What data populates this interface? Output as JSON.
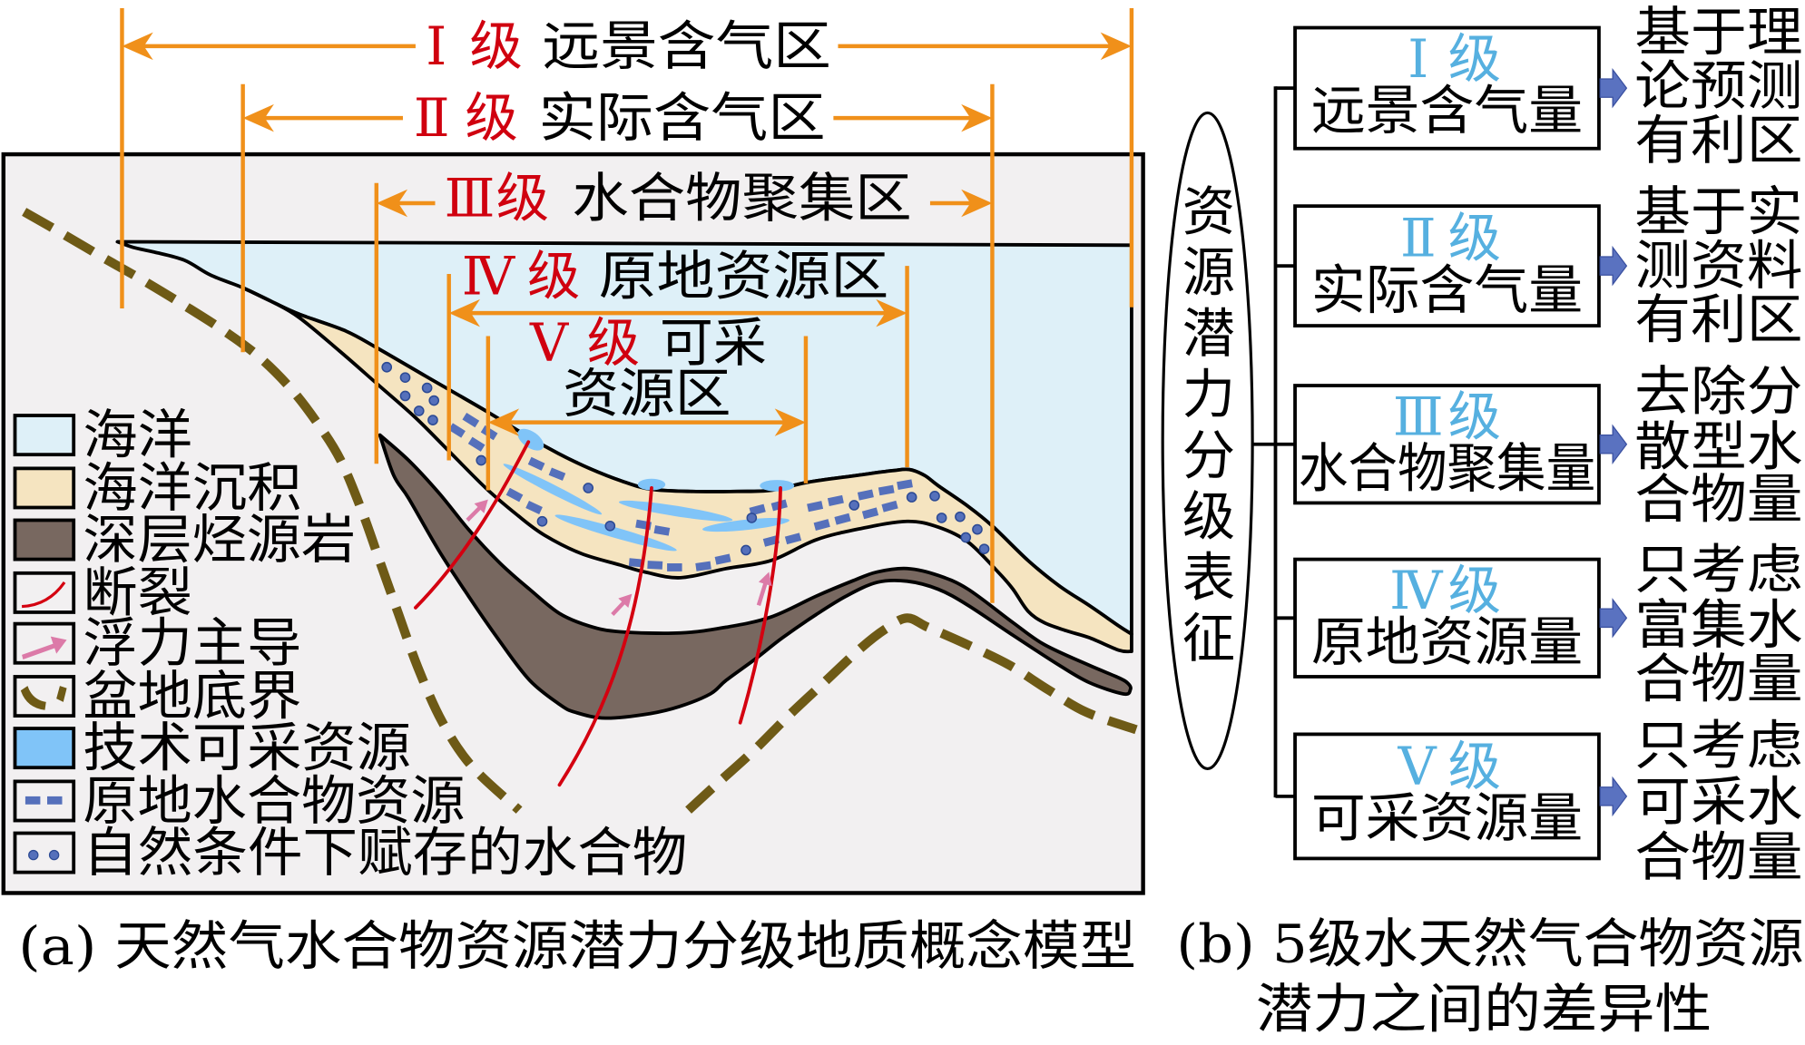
{
  "panel_a": {
    "range_levels": [
      {
        "numeral": "Ⅰ",
        "grade": "级",
        "zone": "远景含气区"
      },
      {
        "numeral": "Ⅱ",
        "grade": "级",
        "zone": "实际含气区"
      },
      {
        "numeral": "Ⅲ",
        "grade": "级",
        "zone": "水合物聚集区"
      },
      {
        "numeral": "Ⅳ",
        "grade": "级",
        "zone": "原地资源区"
      },
      {
        "numeral": "Ⅴ",
        "grade": "级",
        "zone_lines": [
          "可采",
          "资源区"
        ]
      }
    ],
    "legend": [
      {
        "label": "海洋",
        "symbol": "ocean-fill"
      },
      {
        "label": "海洋沉积",
        "symbol": "marine-sediment-fill"
      },
      {
        "label": "深层烃源岩",
        "symbol": "deep-source-rock-fill"
      },
      {
        "label": "断裂",
        "symbol": "fault-line"
      },
      {
        "label": "浮力主导",
        "symbol": "buoyancy-arrow"
      },
      {
        "label": "盆地底界",
        "symbol": "basin-bottom-dashes"
      },
      {
        "label": "技术可采资源",
        "symbol": "technically-recoverable-fill"
      },
      {
        "label": "原地水合物资源",
        "symbol": "in-place-hydrate-dashes"
      },
      {
        "label": "自然条件下赋存的水合物",
        "symbol": "natural-hydrate-dots"
      }
    ],
    "caption": "(a) 天然气水合物资源潜力分级地质概念模型"
  },
  "panel_b": {
    "root_label": "资源潜力分级表征",
    "levels": [
      {
        "numeral": "Ⅰ",
        "grade": "级",
        "quantity": "远景含气量",
        "description_lines": [
          "基于理",
          "论预测",
          "有利区"
        ]
      },
      {
        "numeral": "Ⅱ",
        "grade": "级",
        "quantity": "实际含气量",
        "description_lines": [
          "基于实",
          "测资料",
          "有利区"
        ]
      },
      {
        "numeral": "Ⅲ",
        "grade": "级",
        "quantity": "水合物聚集量",
        "description_lines": [
          "去除分",
          "散型水",
          "合物量"
        ]
      },
      {
        "numeral": "Ⅳ",
        "grade": "级",
        "quantity": "原地资源量",
        "description_lines": [
          "只考虑",
          "富集水",
          "合物量"
        ]
      },
      {
        "numeral": "Ⅴ",
        "grade": "级",
        "quantity": "可采资源量",
        "description_lines": [
          "只考虑",
          "可采水",
          "合物量"
        ]
      }
    ],
    "caption_lines": [
      "(b) 5级水天然气合物资源",
      "潜力之间的差异性"
    ]
  },
  "colors": {
    "panel_background": "#f2f0f1",
    "ocean": "#def0f8",
    "marine_sediment": "#f5e4c0",
    "source_rock": "#786860",
    "fault": "#d40010",
    "buoyancy": "#dc7aa8",
    "basin_bottom": "#6e5a16",
    "recoverable": "#80c4f8",
    "hydrate": "#5570bb",
    "range_lines": "#f0901a",
    "level_label_a": "#d0000f",
    "level_label_b": "#56b0e0",
    "flow_arrow": "#5a72c0"
  }
}
